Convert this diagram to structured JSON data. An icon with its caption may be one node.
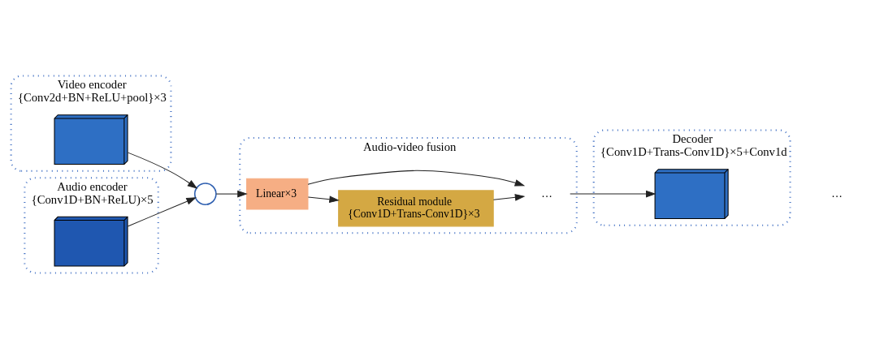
{
  "diagram": {
    "nodes": [
      {
        "text": [
          "Video encoder",
          "{Conv2d+BN+ReLU+pool}×3"
        ]
      },
      {
        "text": [],
        "shape": "picture",
        "in": 0
      },
      {
        "text": [
          "Audio encoder",
          "{Conv1D+BN+ReLU)×5"
        ]
      },
      {
        "text": [],
        "shape": "picture",
        "in": 2
      },
      {
        "text": [],
        "shape": "circle"
      },
      {
        "text": [
          "Audio-video fusion"
        ]
      },
      {
        "text": [
          "Linear×3"
        ],
        "in": 5
      },
      {
        "text": [
          "Residual module",
          "{Conv1D+Trans-Conv1D}×3"
        ],
        "in": 5
      },
      {
        "text": [
          "…"
        ],
        "in": 5
      },
      {
        "text": [
          "Decoder",
          "{Conv1D+Trans-Conv1D}×5+Conv1d"
        ]
      },
      {
        "text": [],
        "shape": "picture",
        "in": 9
      }
    ],
    "edges": [
      {
        "from": 1,
        "to": 4,
        "arrow": "to"
      },
      {
        "from": 3,
        "to": 4,
        "arrow": "to"
      },
      {
        "from": 4,
        "to": 6,
        "arrow": "to"
      },
      {
        "from": 6,
        "to": 7,
        "arrow": "to"
      },
      {
        "from": 6,
        "to": 8,
        "arrow": "to"
      },
      {
        "from": 7,
        "to": 8,
        "arrow": "to"
      },
      {
        "from": 8,
        "to": 10,
        "arrow": "to"
      }
    ],
    "labels": [
      "…"
    ]
  }
}
